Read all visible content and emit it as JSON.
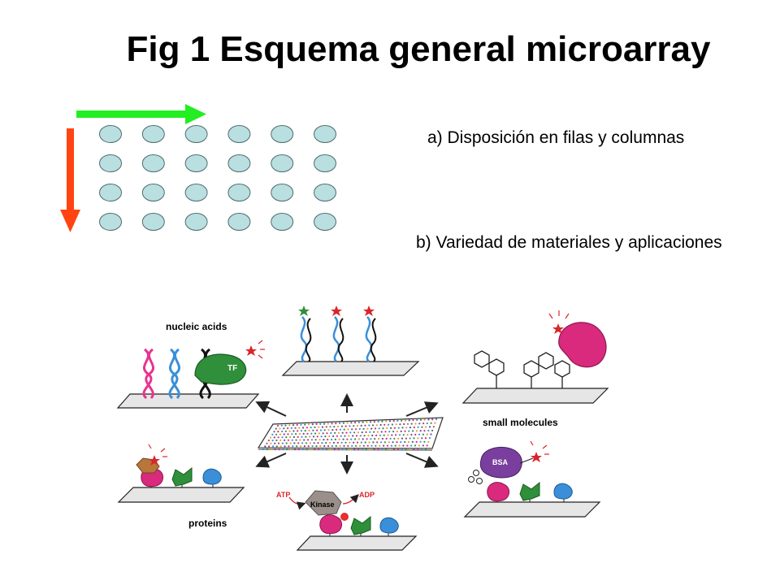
{
  "title": "Fig 1 Esquema general microarray",
  "captions": {
    "a": "a) Disposición en filas  y columnas",
    "b": "b) Variedad de materiales y aplicaciones"
  },
  "grid": {
    "rows": 4,
    "cols": 6,
    "spot_color": "#b9dfe0",
    "row_arrow_color": "#22ee22",
    "col_arrow_color": "#ff4411"
  },
  "figure": {
    "labels": {
      "nucleic_acids": "nucleic   acids",
      "small_molecules": "small   molecules",
      "proteins": "proteins"
    },
    "tags": {
      "tf": "TF",
      "kinase": "Kinase",
      "atp": "ATP",
      "adp": "ADP",
      "bsa": "BSA"
    }
  }
}
